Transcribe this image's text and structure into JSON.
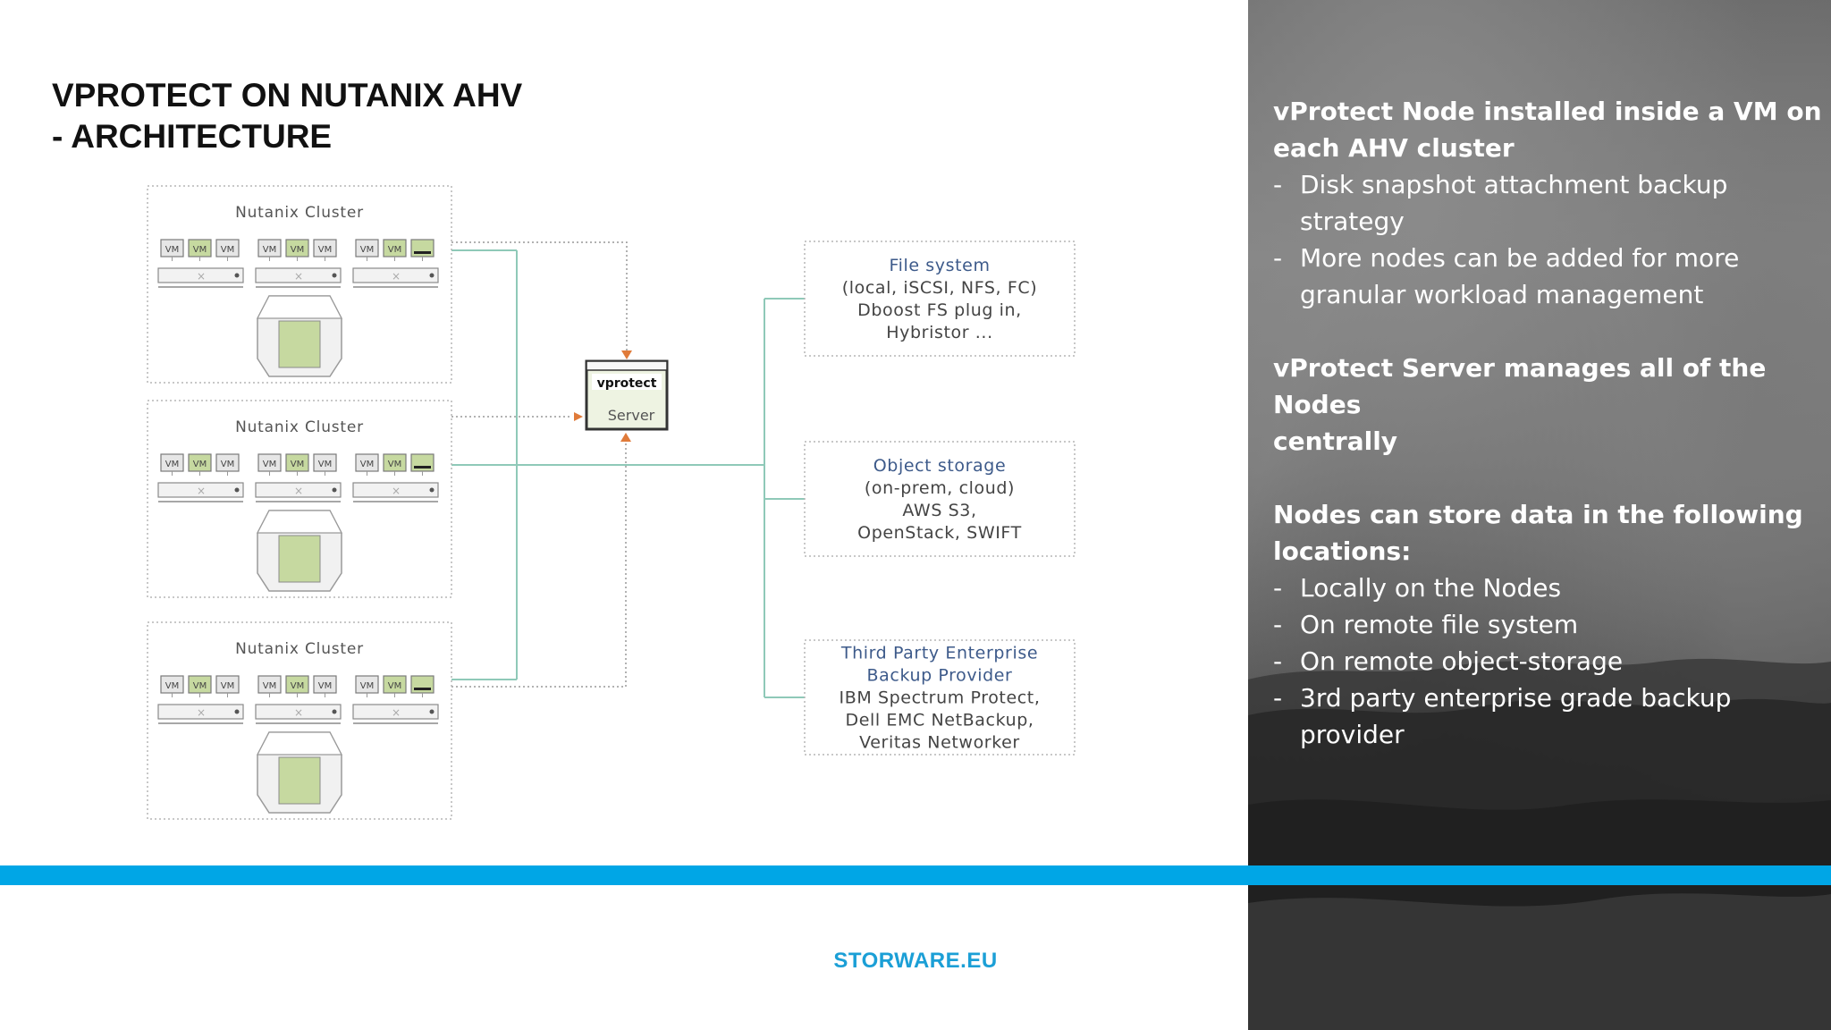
{
  "slide": {
    "title_lines": [
      "VPROTECT ON NUTANIX AHV",
      "- ARCHITECTURE"
    ],
    "footer": "STORWARE.EU"
  },
  "diagram": {
    "clusters": [
      {
        "label": "Nutanix Cluster",
        "vm_label": "VM"
      },
      {
        "label": "Nutanix Cluster",
        "vm_label": "VM"
      },
      {
        "label": "Nutanix Cluster",
        "vm_label": "VM"
      }
    ],
    "server": {
      "brand": "vprotect",
      "label": "Server"
    },
    "storage": [
      {
        "lines": [
          "File system",
          "(local, iSCSI, NFS, FC)",
          "Dboost FS plug in,",
          "Hybristor ..."
        ]
      },
      {
        "lines": [
          "Object storage",
          "(on-prem, cloud)",
          "AWS S3,",
          "OpenStack, SWIFT"
        ]
      },
      {
        "lines": [
          "Third Party Enterprise",
          "Backup Provider",
          "IBM Spectrum Protect,",
          "Dell EMC NetBackup,",
          "Veritas Networker"
        ]
      }
    ]
  },
  "panel": {
    "blocks": [
      {
        "heading": [
          "vProtect Node installed inside a VM on",
          "each AHV cluster"
        ],
        "bullets": [
          [
            "Disk snapshot attachment backup strategy"
          ],
          [
            "More nodes can be added for more",
            "granular workload management"
          ]
        ]
      },
      {
        "heading": [
          "vProtect Server manages all of the Nodes",
          "centrally"
        ],
        "bullets": []
      },
      {
        "heading": [
          "Nodes can store data in the following",
          "locations:"
        ],
        "bullets": [
          [
            "Locally on the Nodes"
          ],
          [
            "On remote file system"
          ],
          [
            "On remote object-storage"
          ],
          [
            "3rd party enterprise grade backup",
            "provider"
          ]
        ]
      }
    ]
  },
  "colors": {
    "accent_blue": "#00a6e6",
    "footer_blue": "#1b9fd6",
    "vm_green": "#c6d9a0",
    "connector_teal": "#8fc9b8",
    "arrow_orange": "#e07b3a"
  }
}
